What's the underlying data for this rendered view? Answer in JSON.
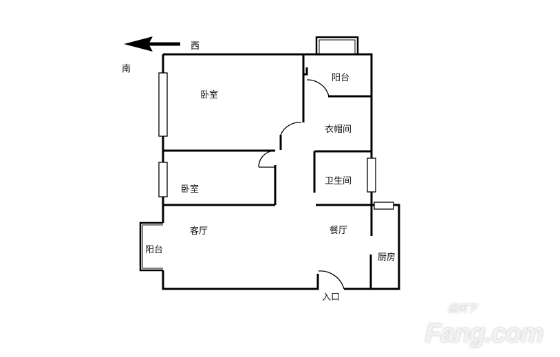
{
  "compass": {
    "west": "西",
    "south": "南"
  },
  "rooms": {
    "bedroom_master": "卧室",
    "bedroom_second": "卧室",
    "balcony_north": "阳台",
    "cloakroom": "衣帽间",
    "bathroom": "卫生间",
    "living_room": "客厅",
    "dining_room": "餐厅",
    "balcony_south": "阳台",
    "kitchen": "厨房",
    "entrance": "入口"
  },
  "watermark": {
    "cn": "房天下",
    "en": "Fang.com"
  },
  "colors": {
    "wall": "#000000",
    "background": "#ffffff"
  }
}
